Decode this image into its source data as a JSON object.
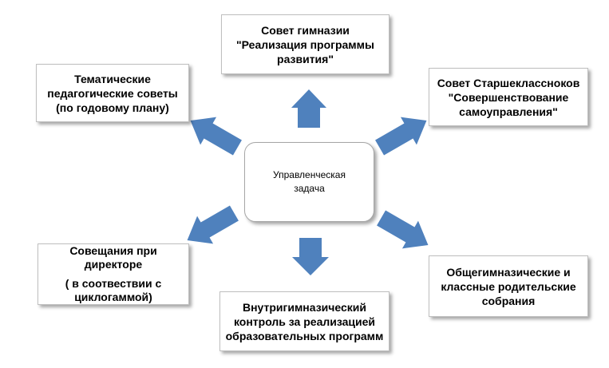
{
  "center": {
    "text": "Управленческая задача"
  },
  "boxes": {
    "top": {
      "lines": [
        "Совет гимназии",
        "\"Реализация программы",
        "развития\""
      ]
    },
    "top_left": {
      "lines": [
        "Тематические",
        "педагогические советы",
        "(по годовому плану)"
      ]
    },
    "top_right": {
      "lines": [
        "Совет Старшеклассноков",
        "\"Совершенствование",
        "самоуправления\""
      ]
    },
    "bottom_left": {
      "lines": [
        "Совещания при",
        "директоре",
        "( в соотвествии с",
        "циклогаммой)"
      ]
    },
    "bottom": {
      "lines": [
        "Внутригимназический",
        "контроль за реализацией",
        "образовательных программ"
      ]
    },
    "bottom_right": {
      "lines": [
        "Общегимназические и",
        "классные родительские",
        "собрания"
      ]
    }
  },
  "colors": {
    "arrow": "#4f81bd",
    "box_border": "#bfbfbf"
  }
}
